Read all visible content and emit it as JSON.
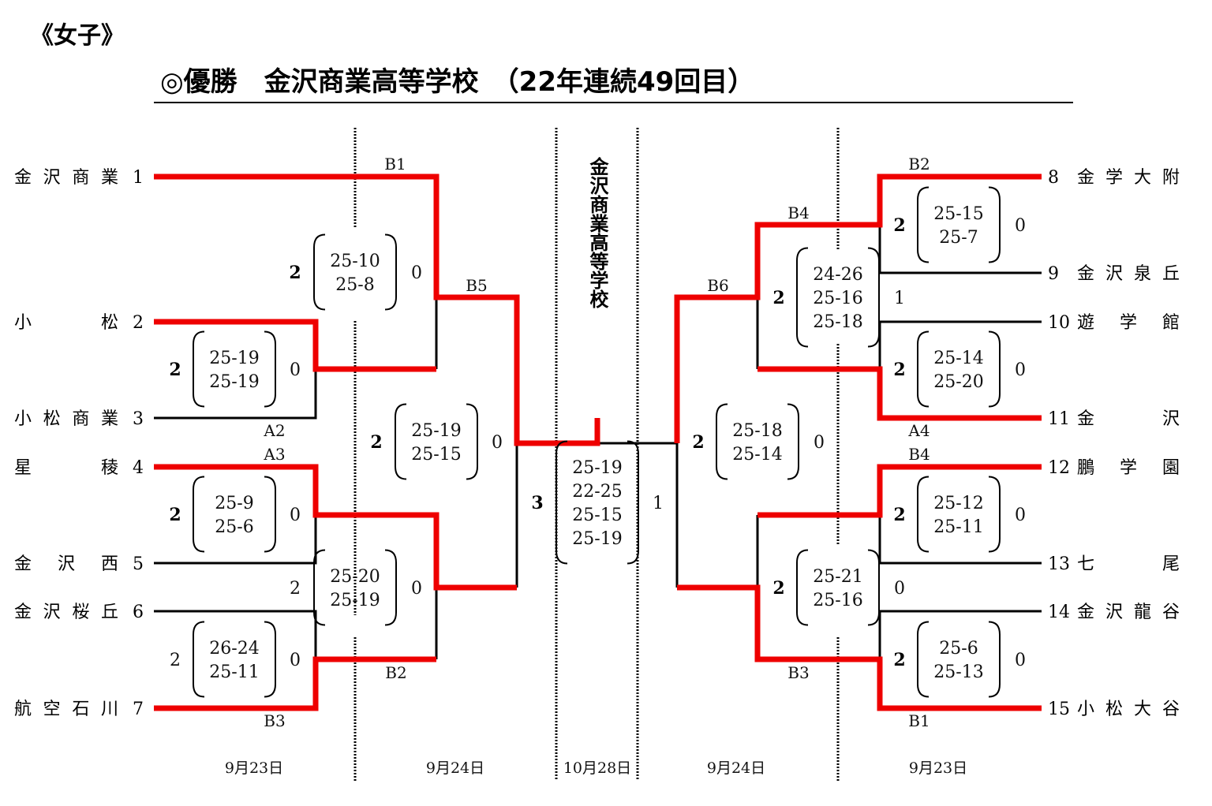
{
  "section": "《女子》",
  "title": "◎優勝　金沢商業高等学校　（22年連続49回目）",
  "champion_vertical": "金沢商業高等学校",
  "left_teams": [
    {
      "name": "金沢商業",
      "seed": "1"
    },
    {
      "name": "小松",
      "seed": "2"
    },
    {
      "name": "小松商業",
      "seed": "3"
    },
    {
      "name": "星稜",
      "seed": "4"
    },
    {
      "name": "金沢西",
      "seed": "5"
    },
    {
      "name": "金沢桜丘",
      "seed": "6"
    },
    {
      "name": "航空石川",
      "seed": "7"
    }
  ],
  "right_teams": [
    {
      "name": "金学大附",
      "seed": "8"
    },
    {
      "name": "金沢泉丘",
      "seed": "9"
    },
    {
      "name": "遊学館",
      "seed": "10"
    },
    {
      "name": "金沢",
      "seed": "11"
    },
    {
      "name": "鵬学園",
      "seed": "12"
    },
    {
      "name": "七尾",
      "seed": "13"
    },
    {
      "name": "金沢龍谷",
      "seed": "14"
    },
    {
      "name": "小松大谷",
      "seed": "15"
    }
  ],
  "matches": [
    {
      "sets": [
        "25-19",
        "25-19"
      ],
      "w": "2",
      "l": "0"
    },
    {
      "sets": [
        "25-9",
        "25-6"
      ],
      "w": "2",
      "l": "0"
    },
    {
      "sets": [
        "26-24",
        "25-11"
      ],
      "w": "2",
      "l": "0"
    },
    {
      "sets": [
        "25-10",
        "25-8"
      ],
      "w": "2",
      "l": "0"
    },
    {
      "sets": [
        "25-20",
        "25-19"
      ],
      "w": "2",
      "l": "0"
    },
    {
      "sets": [
        "25-19",
        "25-15"
      ],
      "w": "2",
      "l": "0"
    },
    {
      "sets": [
        "25-19",
        "22-25",
        "25-15",
        "25-19"
      ],
      "w": "3",
      "l": "1"
    },
    {
      "sets": [
        "25-18",
        "25-14"
      ],
      "w": "2",
      "l": "0"
    },
    {
      "sets": [
        "24-26",
        "25-16",
        "25-18"
      ],
      "w": "2",
      "l": "1"
    },
    {
      "sets": [
        "25-21",
        "25-16"
      ],
      "w": "2",
      "l": "0"
    },
    {
      "sets": [
        "25-15",
        "25-7"
      ],
      "w": "2",
      "l": "0"
    },
    {
      "sets": [
        "25-14",
        "25-20"
      ],
      "w": "2",
      "l": "0"
    },
    {
      "sets": [
        "25-12",
        "25-11"
      ],
      "w": "2",
      "l": "0"
    },
    {
      "sets": [
        "25-6",
        "25-13"
      ],
      "w": "2",
      "l": "0"
    }
  ],
  "court_labels": [
    "B1",
    "B5",
    "A2",
    "A3",
    "B2",
    "B3",
    "B2",
    "B4",
    "B6",
    "A4",
    "B4",
    "B3",
    "B1"
  ],
  "dates": [
    "9月23日",
    "9月24日",
    "10月28日",
    "9月24日",
    "9月23日"
  ]
}
